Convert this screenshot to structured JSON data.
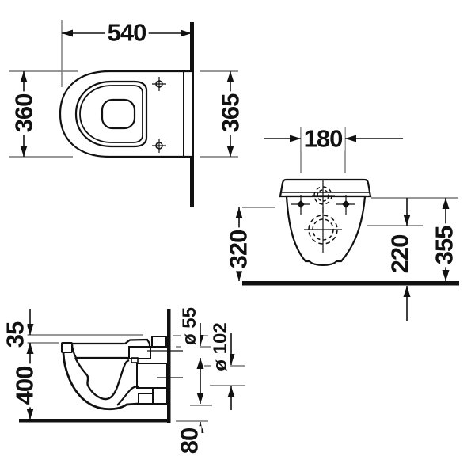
{
  "drawing": {
    "name": "wall-hung-toilet-dimension-drawing",
    "background": "#ffffff",
    "object_line_color": "#111111",
    "extension_line_color": "#777777"
  },
  "dims": {
    "top_view": {
      "width": "540",
      "depth": "360",
      "depth_to_wall": "365"
    },
    "front_view": {
      "fixing_centres": "180",
      "fixing_height": "320",
      "outlet_height": "220",
      "rim_height": "355"
    },
    "side_view": {
      "seat_offset": "35",
      "bowl_height": "400",
      "inlet_diameter": "ø 55",
      "outlet_diameter": "ø 102",
      "bottom_offset": "80"
    }
  }
}
